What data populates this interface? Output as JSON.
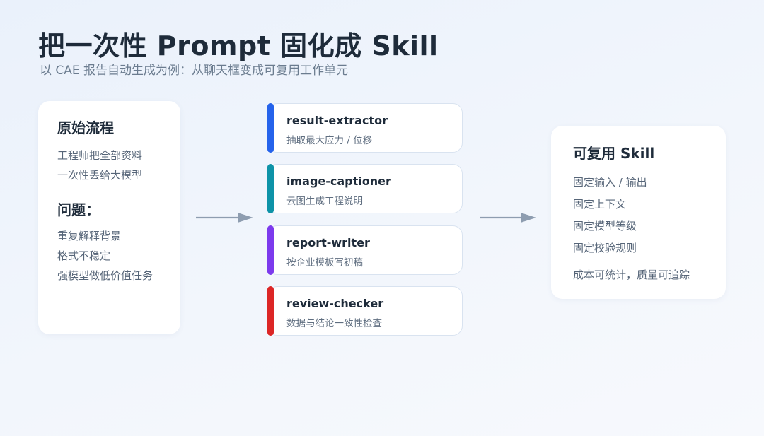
{
  "header": {
    "title": "把一次性 Prompt 固化成 Skill",
    "subtitle": "以 CAE 报告自动生成为例：从聊天框变成可复用工作单元"
  },
  "left_card": {
    "heading": "原始流程",
    "lines": [
      "工程师把全部资料",
      "一次性丢给大模型"
    ],
    "problem_heading": "问题：",
    "problems": [
      "重复解释背景",
      "格式不稳定",
      "强模型做低价值任务"
    ]
  },
  "steps": [
    {
      "name": "result-extractor",
      "desc": "抽取最大应力 / 位移",
      "color": "#2563eb"
    },
    {
      "name": "image-captioner",
      "desc": "云图生成工程说明",
      "color": "#0e93a8"
    },
    {
      "name": "report-writer",
      "desc": "按企业模板写初稿",
      "color": "#7c3aed"
    },
    {
      "name": "review-checker",
      "desc": "数据与结论一致性检查",
      "color": "#dc2626"
    }
  ],
  "right_card": {
    "heading": "可复用 Skill",
    "lines": [
      "固定输入 / 输出",
      "固定上下文",
      "固定模型等级",
      "固定校验规则"
    ],
    "footer": "成本可统计，质量可追踪"
  },
  "colors": {
    "arrow": "#8e9db0",
    "border": "#d9e3f0"
  }
}
